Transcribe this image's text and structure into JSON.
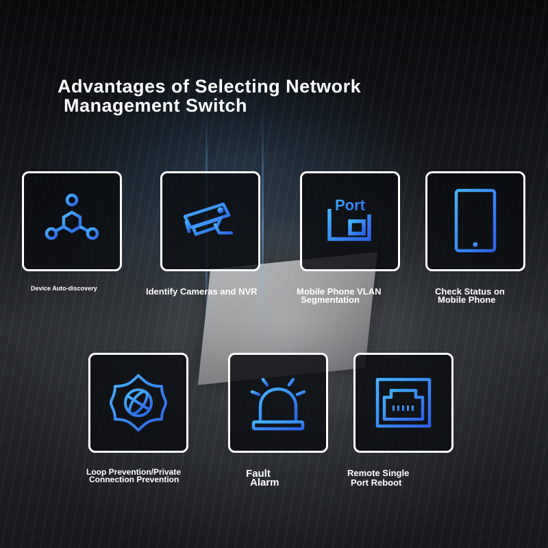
{
  "title": {
    "line1": "Advantages of Selecting Network",
    "line2": "Management Switch"
  },
  "features": [
    {
      "icon": "hub-network-icon",
      "label_lines": [
        "Device Auto-discovery"
      ]
    },
    {
      "icon": "security-camera-icon",
      "label_lines": [
        "Identify Cameras and NVR"
      ]
    },
    {
      "icon": "port-icon",
      "icon_text": "Port",
      "label_lines": [
        "Mobile Phone VLAN",
        "Segmentation"
      ]
    },
    {
      "icon": "mobile-phone-icon",
      "label_lines": [
        "Check Status on",
        "Mobile Phone"
      ]
    },
    {
      "icon": "globe-shield-icon",
      "label_lines": [
        "Loop Prevention/Private",
        "Connection Prevention"
      ]
    },
    {
      "icon": "alarm-light-icon",
      "label_lines": [
        "Fault",
        "Alarm"
      ]
    },
    {
      "icon": "ethernet-port-icon",
      "label_lines": [
        "Remote Single",
        "Port Reboot"
      ]
    }
  ],
  "colors": {
    "accent_light": "#3fa8ff",
    "accent_dark": "#2466e0",
    "card_border": "#ffffff",
    "text": "#ffffff"
  }
}
